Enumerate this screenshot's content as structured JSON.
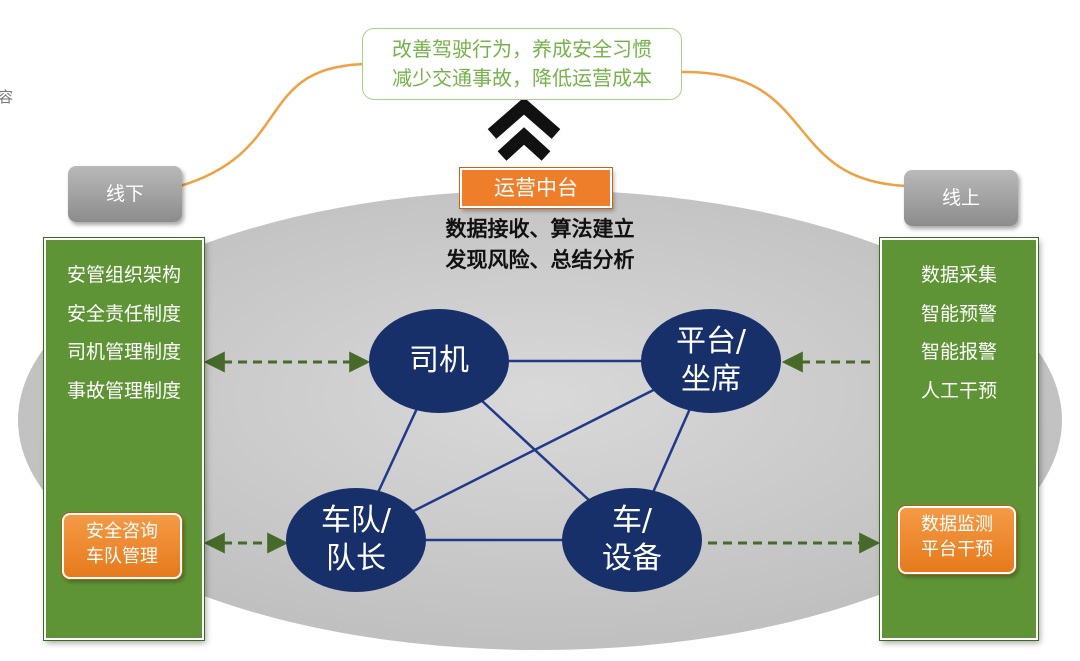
{
  "edge_text": "容",
  "goal": {
    "line1": "改善驾驶行为，养成安全习惯",
    "line2": "减少交通事故，降低运营成本"
  },
  "offline_tag": "线下",
  "online_tag": "线上",
  "center": {
    "title": "运营中台",
    "desc_line1": "数据接收、算法建立",
    "desc_line2": "发现风险、总结分析"
  },
  "left_panel": {
    "items": [
      "安管组织架构",
      "安全责任制度",
      "司机管理制度",
      "事故管理制度"
    ],
    "callout_line1": "安全咨询",
    "callout_line2": "车队管理"
  },
  "right_panel": {
    "items": [
      "数据采集",
      "智能预警",
      "智能报警",
      "人工干预"
    ],
    "callout_line1": "数据监测",
    "callout_line2": "平台干预"
  },
  "nodes": [
    {
      "id": "driver",
      "line1": "司机",
      "line2": ""
    },
    {
      "id": "platform",
      "line1": "平台/",
      "line2": "坐席"
    },
    {
      "id": "fleet",
      "line1": "车队/",
      "line2": "队长"
    },
    {
      "id": "vehicle",
      "line1": "车/",
      "line2": "设备"
    }
  ],
  "links": [
    [
      "driver",
      "platform"
    ],
    [
      "driver",
      "fleet"
    ],
    [
      "driver",
      "vehicle"
    ],
    [
      "platform",
      "fleet"
    ],
    [
      "platform",
      "vehicle"
    ],
    [
      "fleet",
      "vehicle"
    ]
  ],
  "colors": {
    "oval_fill": "#cfcfcf",
    "node_fill": "#17306a",
    "link": "#1f3a8a",
    "panel_green": "#5f9436",
    "accent_orange": "#ef7e2b",
    "curve": "#f0a040",
    "dashed_arrow": "#456a2a"
  }
}
